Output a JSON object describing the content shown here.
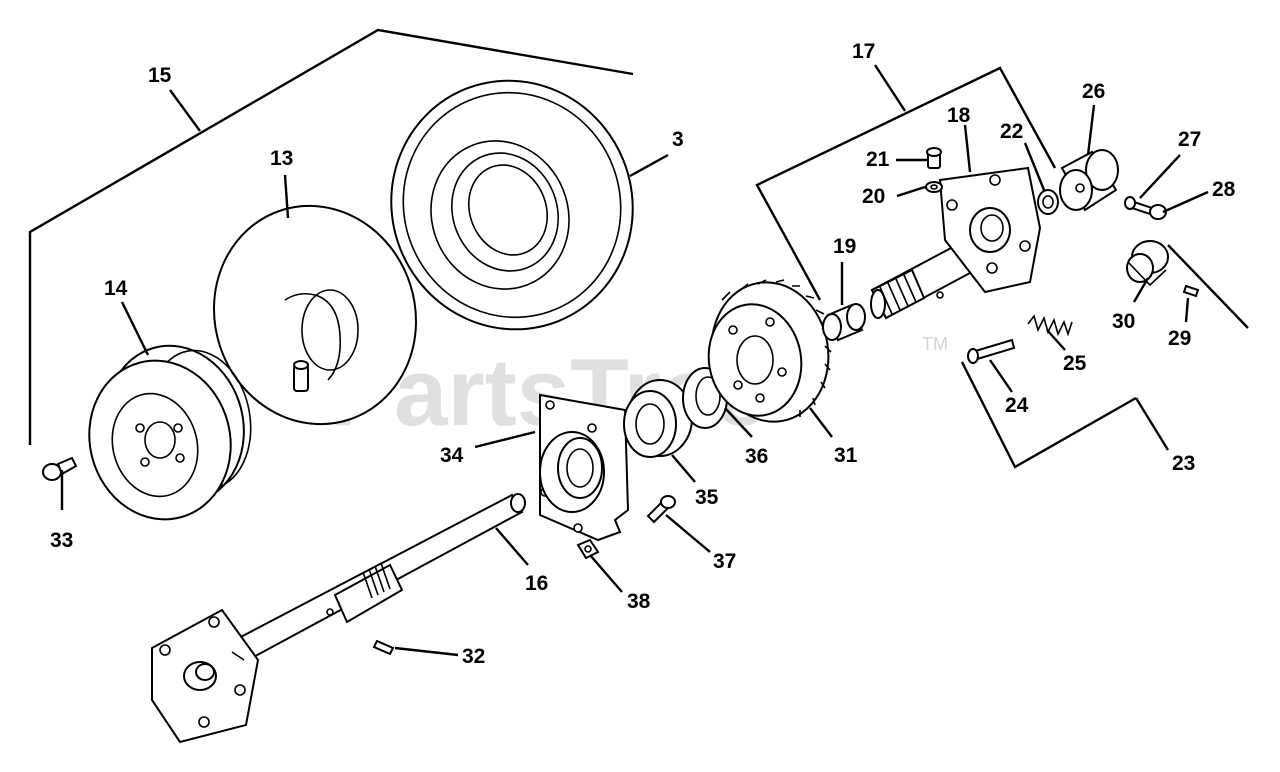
{
  "watermark": {
    "text": "PartsTree",
    "tm": "TM"
  },
  "callouts": {
    "c3": "3",
    "c13": "13",
    "c14": "14",
    "c15": "15",
    "c16": "16",
    "c17": "17",
    "c18": "18",
    "c19": "19",
    "c20": "20",
    "c21": "21",
    "c22": "22",
    "c23": "23",
    "c24": "24",
    "c25": "25",
    "c26": "26",
    "c27": "27",
    "c28": "28",
    "c29": "29",
    "c30": "30",
    "c31": "31",
    "c32": "32",
    "c33": "33",
    "c34": "34",
    "c35": "35",
    "c36": "36",
    "c37": "37",
    "c38": "38"
  }
}
